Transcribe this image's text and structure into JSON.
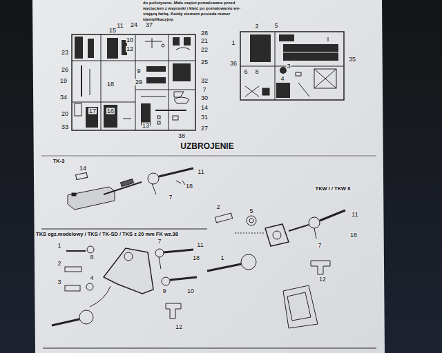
{
  "diagram": {
    "title": "UZBROJENIE",
    "labels": [
      "do polistyrenu. Małe części pomalowane przed",
      "wycięciem z wypraski i kleić po pomalowaniu wy-",
      "stającą farbą. Każdy element posiada numer",
      "identyfikacyjny.",
      "15",
      "11",
      "24",
      "37",
      "28",
      "10",
      "21",
      "12",
      "22",
      "23",
      "26",
      "25",
      "9",
      "29",
      "19",
      "32",
      "7",
      "18",
      "34",
      "30",
      "14",
      "20",
      "17",
      "16",
      "31",
      "33",
      "13",
      "27",
      "38",
      "2",
      "5",
      "1",
      "36",
      "35",
      "3",
      "6",
      "8",
      "4",
      "TK-3",
      "14",
      "11",
      "18",
      "7",
      "TKW I / TKW II",
      "2",
      "5",
      "1",
      "7",
      "11",
      "18",
      "12",
      "TKS egz.modelowy / TKS / TK-SD / TKS z 20 mm FK wz.38",
      "1",
      "8",
      "2",
      "4",
      "3",
      "7",
      "11",
      "18",
      "9",
      "10",
      "12"
    ]
  }
}
